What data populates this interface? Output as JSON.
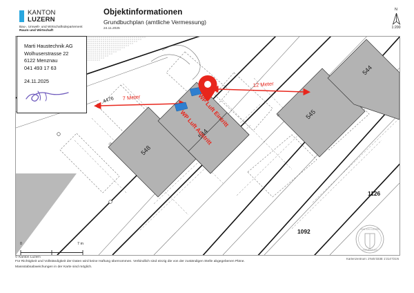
{
  "header": {
    "logo": {
      "line1": "KANTON",
      "line2": "LUZERN",
      "department": "Bau-, Umwelt- und Wirtschaftsdepartement",
      "unit": "Raum und Wirtschaft",
      "accent_color": "#29a7df"
    },
    "title": "Objektinformationen",
    "subtitle": "Grundbuchplan (amtliche Vermessung)",
    "date": "24.11.2025",
    "north_label": "N",
    "scale": "1:200"
  },
  "address_card": {
    "company": "Marti Haustechnik AG",
    "street": "Wolhuserstrasse 22",
    "city": "6122 Menznau",
    "phone": "041 493 17 63",
    "date": "24.11.2025",
    "signature_color": "#6f5bbd"
  },
  "map": {
    "annotations": {
      "accent_red": "#e8261c",
      "marker_blue": "#2e7fd0",
      "parcel_fill": "#b3b3b3",
      "labels": [
        {
          "text": "7 Meter",
          "kind": "distance"
        },
        {
          "text": "12 Meter",
          "kind": "distance"
        },
        {
          "text": "WP Luft Eintritt",
          "kind": "component"
        },
        {
          "text": "WP Luft Austritt",
          "kind": "component"
        }
      ]
    },
    "building_numbers": [
      "548",
      "544",
      "545",
      "544"
    ],
    "parcel_numbers": [
      "1126",
      "1092"
    ],
    "point_id": "4476",
    "building_labels": {
      "b548": "548",
      "b544_left": "544",
      "b545": "545",
      "b544_right": "544"
    },
    "parcels": {
      "p1126": "1126",
      "p1092": "1092"
    }
  },
  "scalebar": {
    "min": "0",
    "max": "7 m",
    "mid_tick": "60"
  },
  "footer": {
    "copyright": "© Kanton Luzern",
    "disclaimer_line1": "Für Richtigkeit und Vollständigkeit der Daten wird keine Haftung übernommen. Verbindlich sind einzig die von der zuständigen Stelle abgegebenen Pläne.",
    "disclaimer_line2": "Massstabsabweichungen in der Karte sind möglich.",
    "coordinates": "Kartenzentrum: 2'645'333E 1'214'721N"
  }
}
